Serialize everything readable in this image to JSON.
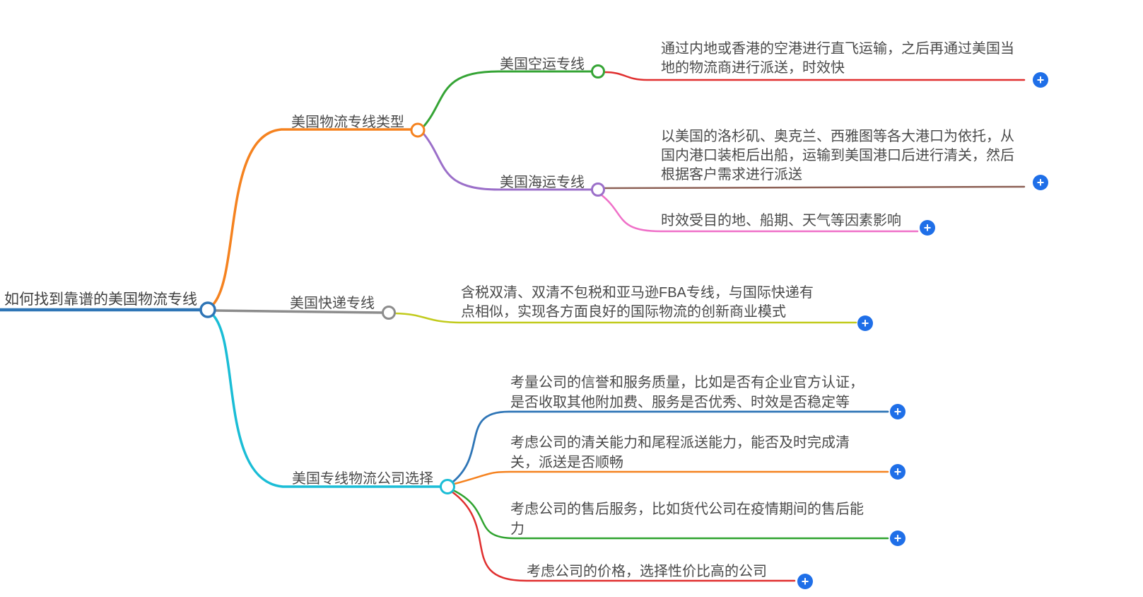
{
  "colors": {
    "root_blue": "#2e75b6",
    "orange": "#f5821f",
    "gray": "#8c8c8c",
    "cyan": "#1abdd6",
    "green": "#35a435",
    "purple": "#9b6fc9",
    "red": "#e02f2f",
    "brown": "#8d6156",
    "pink": "#ef70c8",
    "yellow_green": "#c2cb1d",
    "leaf_blue": "#2e75b6",
    "leaf_orange": "#f5821f",
    "leaf_green": "#2fa32f",
    "leaf_red": "#e02f2f",
    "plus_button": "#1f6fe8",
    "text": "#4a4a4a"
  },
  "mindmap": {
    "root": {
      "label": "如何找到靠谱的美国物流专线"
    },
    "branches": [
      {
        "label": "美国物流专线类型",
        "children": [
          {
            "label": "美国空运专线",
            "leaves": [
              {
                "text": "通过内地或香港的空港进行直飞运输，之后再通过美国当地的物流商进行派送，时效快"
              }
            ]
          },
          {
            "label": "美国海运专线",
            "leaves": [
              {
                "text": "以美国的洛杉矶、奥克兰、西雅图等各大港口为依托，从国内港口装柜后出船，运输到美国港口后进行清关，然后根据客户需求进行派送"
              },
              {
                "text": "时效受目的地、船期、天气等因素影响"
              }
            ]
          }
        ]
      },
      {
        "label": "美国快递专线",
        "leaves": [
          {
            "text": "含税双清、双清不包税和亚马逊FBA专线，与国际快递有点相似，实现各方面良好的国际物流的创新商业模式"
          }
        ]
      },
      {
        "label": "美国专线物流公司选择",
        "leaves": [
          {
            "text": "考量公司的信誉和服务质量，比如是否有企业官方认证，是否收取其他附加费、服务是否优秀、时效是否稳定等"
          },
          {
            "text": "考虑公司的清关能力和尾程派送能力，能否及时完成清关，派送是否顺畅"
          },
          {
            "text": "考虑公司的售后服务，比如货代公司在疫情期间的售后能力"
          },
          {
            "text": "考虑公司的价格，选择性价比高的公司"
          }
        ]
      }
    ],
    "add_button": {
      "symbol": "+"
    }
  }
}
